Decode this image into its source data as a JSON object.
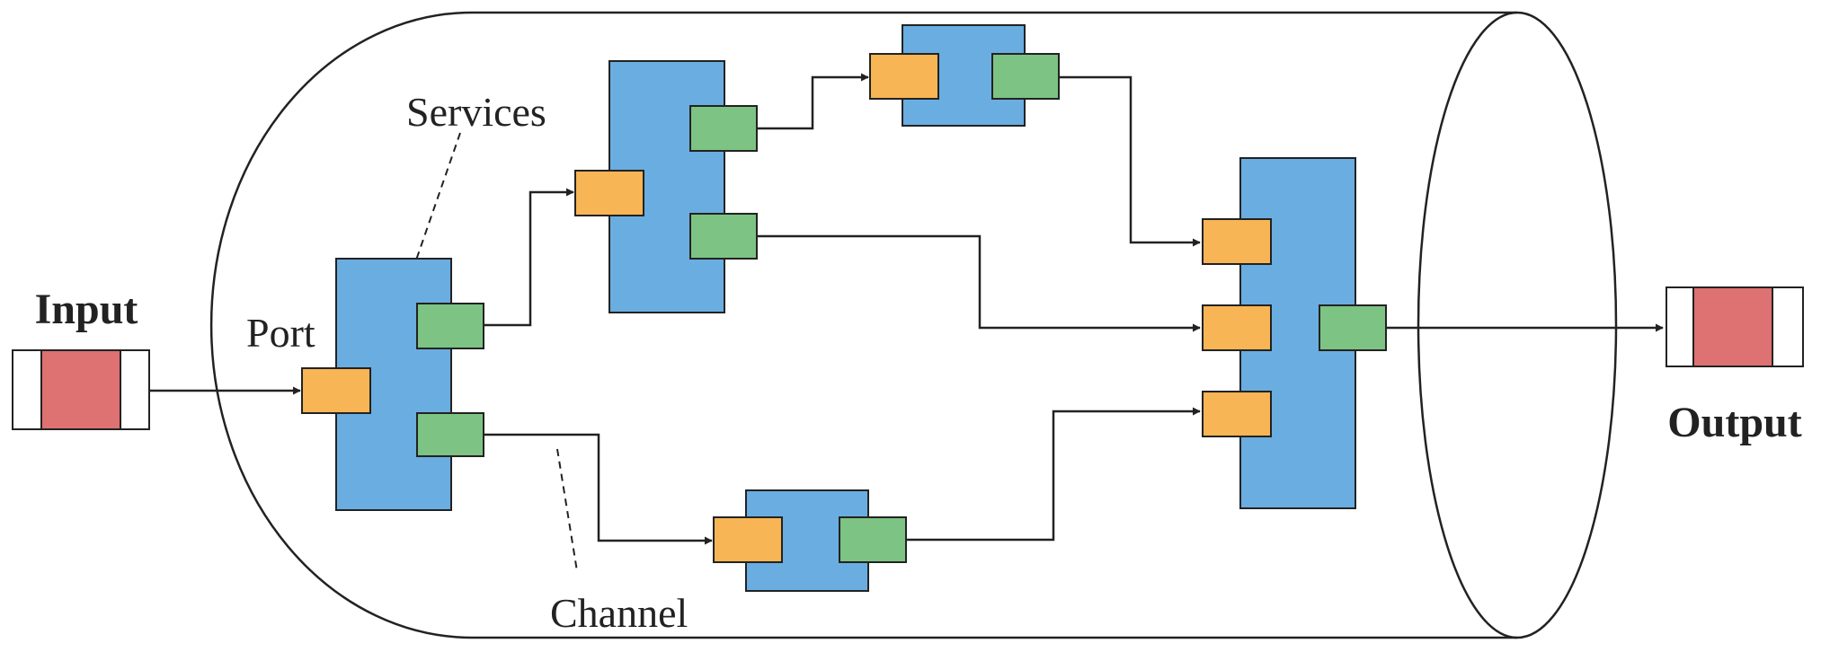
{
  "labels": {
    "input": "Input",
    "output": "Output",
    "port": "Port",
    "services": "Services",
    "channel": "Channel"
  },
  "colors": {
    "service": "#6AADE0",
    "input_port": "#F7B555",
    "output_port": "#7DC383",
    "data_packet": "#DE7171",
    "packet_frame": "#ffffff",
    "line": "#222222"
  }
}
